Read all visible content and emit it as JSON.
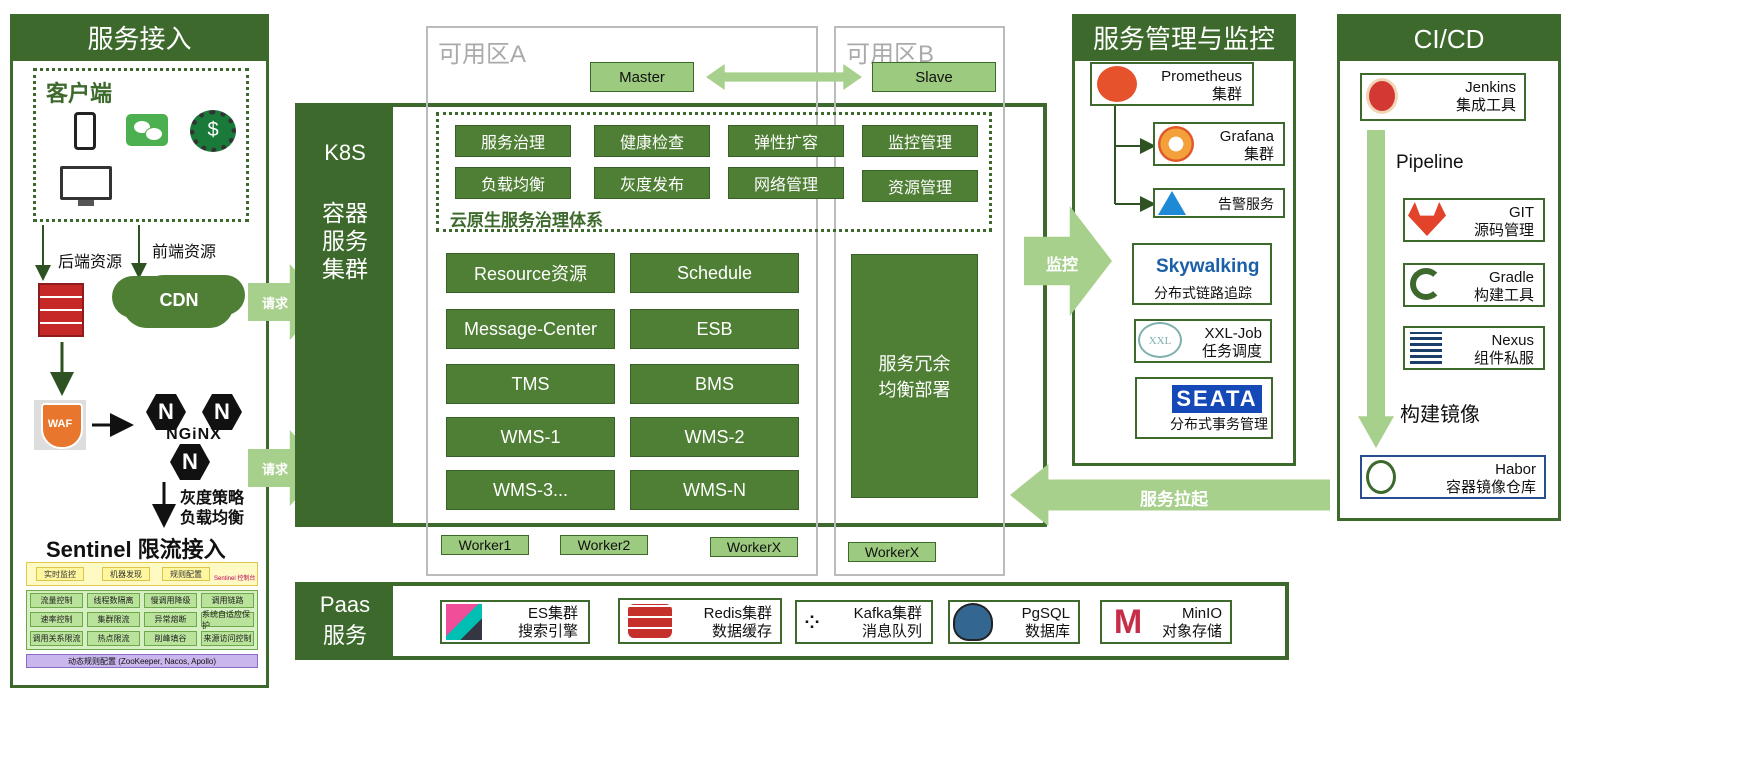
{
  "service_access": {
    "title": "服务接入",
    "client_label": "客户端",
    "backend_label": "后端资源",
    "frontend_label": "前端资源",
    "cdn_label": "CDN",
    "waf_label": "WAF",
    "nginx_label": "NGiNX",
    "gray_strategy": "灰度策略",
    "load_balance": "负载均衡",
    "sentinel_title": "Sentinel 限流接入",
    "sentinel_top": [
      "实时监控",
      "机器发现",
      "规则配置"
    ],
    "sentinel_console": "Sentinel 控制台",
    "sentinel_grid": [
      "流量控制",
      "线程数隔离",
      "慢调用降级",
      "调用链路",
      "速率控制",
      "集群限流",
      "异常熔断",
      "系统自适应保护",
      "调用关系限流",
      "热点限流",
      "削峰填谷",
      "来源访问控制"
    ],
    "sentinel_bottom": "动态规则配置 (ZooKeeper, Nacos, Apollo)",
    "request_label": "请求"
  },
  "zones": {
    "a": "可用区A",
    "b": "可用区B",
    "master": "Master",
    "slave": "Slave"
  },
  "k8s": {
    "title": "K8S",
    "subtitle_lines": [
      "容器",
      "服务",
      "集群"
    ],
    "governance": [
      "服务治理",
      "健康检查",
      "弹性扩容",
      "监控管理",
      "负载均衡",
      "灰度发布",
      "网络管理",
      "资源管理"
    ],
    "governance_title": "云原生服务治理体系",
    "services": [
      "Resource资源",
      "Schedule",
      "Message-Center",
      "ESB",
      "TMS",
      "BMS",
      "WMS-1",
      "WMS-2",
      "WMS-3...",
      "WMS-N"
    ],
    "redundant_lines": [
      "服务冗余",
      "均衡部署"
    ],
    "workers": [
      "Worker1",
      "Worker2",
      "WorkerX",
      "WorkerX"
    ]
  },
  "monitoring": {
    "title": "服务管理与监控",
    "monitor_arrow": "监控",
    "prometheus": [
      "Prometheus",
      "集群"
    ],
    "grafana": [
      "Grafana",
      "集群"
    ],
    "alert": "告警服务",
    "skywalking_logo": "Skywalking",
    "skywalking": "分布式链路追踪",
    "xxl_logo": "XXL",
    "xxl": [
      "XXL-Job",
      "任务调度"
    ],
    "seata_logo": "SEATA",
    "seata": "分布式事务管理",
    "pull_up": "服务拉起"
  },
  "cicd": {
    "title": "CI/CD",
    "jenkins": [
      "Jenkins",
      "集成工具"
    ],
    "pipeline": "Pipeline",
    "git": [
      "GIT",
      "源码管理"
    ],
    "gradle": [
      "Gradle",
      "构建工具"
    ],
    "nexus": [
      "Nexus",
      "组件私服"
    ],
    "build_image": "构建镜像",
    "habor": [
      "Habor",
      "容器镜像仓库"
    ]
  },
  "paas": {
    "title_lines": [
      "Paas",
      "服务"
    ],
    "items": [
      {
        "name": "ES集群",
        "desc": "搜索引擎"
      },
      {
        "name": "Redis集群",
        "desc": "数据缓存"
      },
      {
        "name": "Kafka集群",
        "desc": "消息队列"
      },
      {
        "name": "PgSQL",
        "desc": "数据库"
      },
      {
        "name": "MinIO",
        "desc": "对象存储"
      }
    ],
    "minio_logo": "M"
  },
  "colors": {
    "dark_green": "#3d6a2c",
    "mid_green": "#4e7f34",
    "light_green": "#9cca7e",
    "arrow_green": "#a8d08d"
  }
}
